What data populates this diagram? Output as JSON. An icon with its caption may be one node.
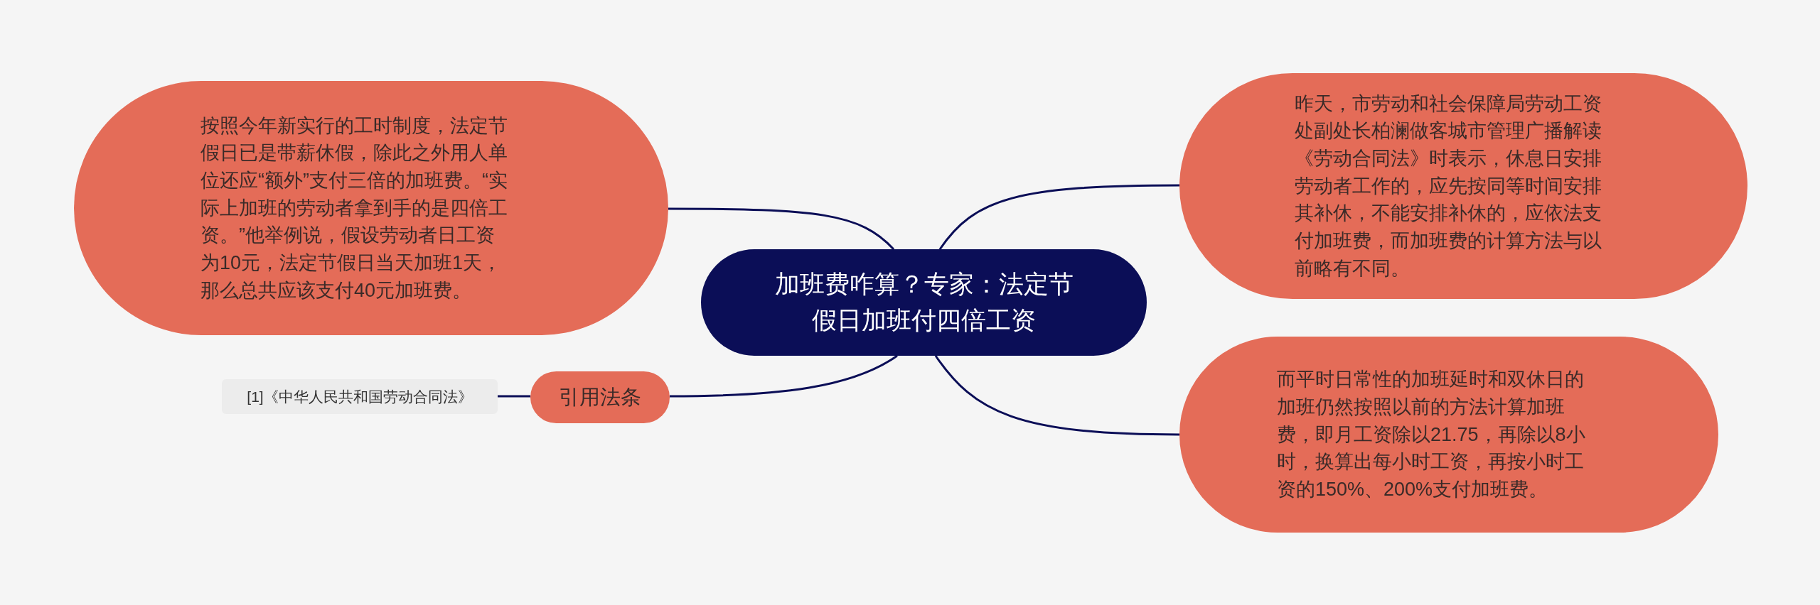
{
  "diagram": {
    "nodes": [
      {
        "text": [
          "加班费咋算？专家：法定节假日加班付四倍工资"
        ]
      },
      {
        "text": [
          "按照今年新实行的工时制度，法定节假日已是带薪休假，除此之外用人单位还应“额外”支付三倍的加班费。“实际上加班的劳动者拿到手的是四倍工资。”他举例说，假设劳动者日工资为10元，法定节假日当天加班1天，那么总共应该支付40元加班费。"
        ]
      },
      {
        "text": [
          "昨天，市劳动和社会保障局劳动工资处副处长柏澜做客城市管理广播解读《劳动合同法》时表示，休息日安排劳动者工作的，应先按同等时间安排其补休，不能安排补休的，应依法支付加班费，而加班费的计算方法与以前略有不同。"
        ]
      },
      {
        "text": [
          "而平时日常性的加班延时和双休日的加班仍然按照以前的方法计算加班费，即月工资除以21.75，再除以8小时，换算出每小时工资，再按小时工资的150%、200%支付加班费。"
        ]
      },
      {
        "text": [
          "引用法条"
        ]
      },
      {
        "text": [
          "[1]《中华人民共和国劳动合同法》"
        ]
      }
    ],
    "edges": [
      {
        "from": 0,
        "to": 1,
        "arrow": "none"
      },
      {
        "from": 0,
        "to": 2,
        "arrow": "none"
      },
      {
        "from": 0,
        "to": 3,
        "arrow": "none"
      },
      {
        "from": 0,
        "to": 4,
        "arrow": "none"
      },
      {
        "from": 4,
        "to": 5,
        "arrow": "none"
      }
    ]
  }
}
